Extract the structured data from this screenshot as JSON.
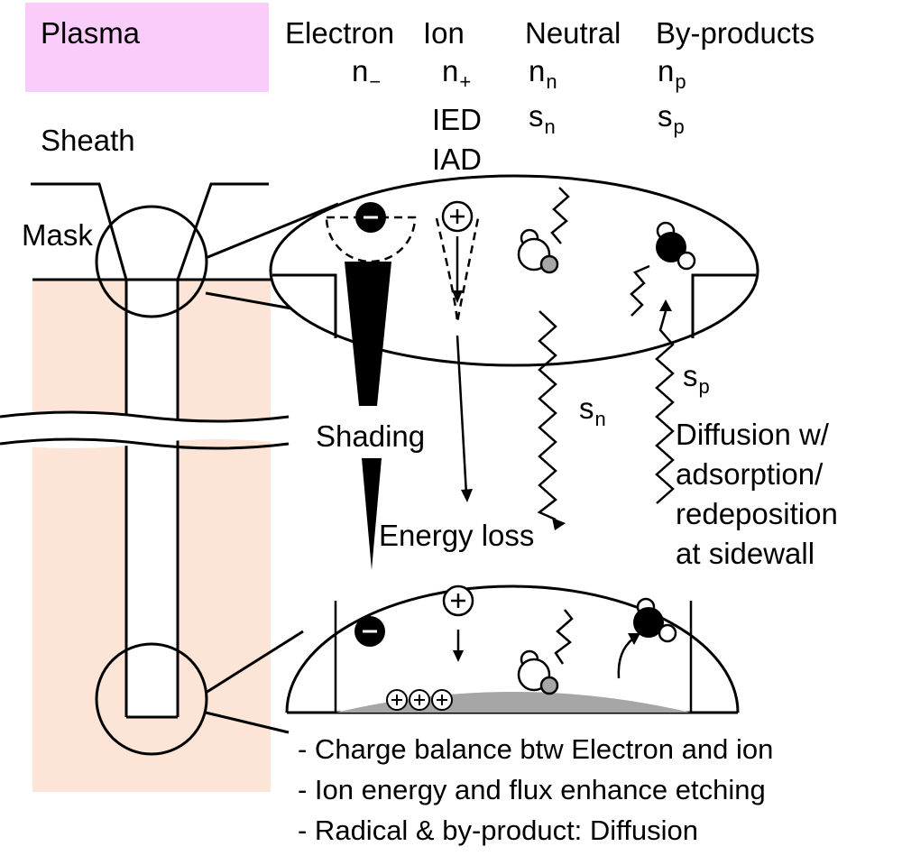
{
  "labels": {
    "plasma": "Plasma",
    "sheath": "Sheath",
    "mask": "Mask",
    "shading": "Shading",
    "energy_loss": "Energy loss"
  },
  "species": {
    "electron": {
      "title": "Electron",
      "sym": "n",
      "sub": "−"
    },
    "ion": {
      "title": "Ion",
      "sym": "n",
      "sub": "+",
      "line2": "IED",
      "line3": "IAD"
    },
    "neutral": {
      "title": "Neutral",
      "sym1": "n",
      "sub1": "n",
      "sym2": "s",
      "sub2": "n"
    },
    "byproducts": {
      "title": "By-products",
      "sym1": "n",
      "sub1": "p",
      "sym2": "s",
      "sub2": "p"
    }
  },
  "wave_labels": {
    "sn": {
      "sym": "s",
      "sub": "n"
    },
    "sp": {
      "sym": "s",
      "sub": "p"
    }
  },
  "diffusion": [
    "Diffusion w/",
    "adsorption/",
    "redeposition",
    "at sidewall"
  ],
  "bullets": [
    "- Charge balance btw Electron and ion",
    "- Ion energy and flux enhance etching",
    "- Radical & by-product: Diffusion"
  ],
  "glyphs": {
    "minus": "−",
    "plus": "+"
  },
  "colors": {
    "plasma_fill": "#f9ccf9",
    "substrate_fill": "#fce4d6",
    "gray_atom": "#a6a6a6",
    "etch_front": "#a6a6a6"
  }
}
